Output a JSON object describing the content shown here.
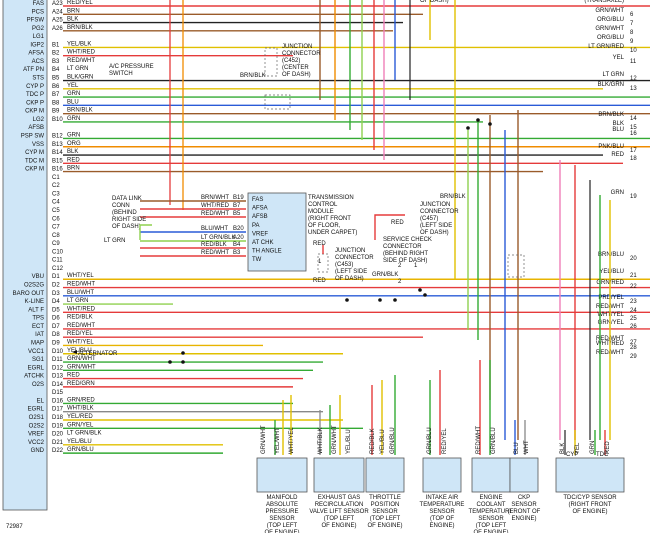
{
  "figure_id": "72987",
  "ecm_pins": [
    {
      "sig": "FAS",
      "pin": "A23",
      "wire": "RED/YEL",
      "color": "#e53b3b",
      "len": 610
    },
    {
      "sig": "PCS",
      "pin": "A24",
      "wire": "BRN",
      "color": "#9a5b2a",
      "len": 360
    },
    {
      "sig": "PFSW",
      "pin": "A25",
      "wire": "BLK",
      "color": "#222222",
      "len": 340
    },
    {
      "sig": "PG2",
      "pin": "A26",
      "wire": "BRN/BLK",
      "color": "#9a5b2a",
      "len": 330
    },
    {
      "sig": "LG1",
      "pin": "",
      "wire": "",
      "color": "#9a5b2a",
      "len": 0
    },
    {
      "sig": "IGP2",
      "pin": "B1",
      "wire": "YEL/BLK",
      "color": "#e0c000",
      "len": 600
    },
    {
      "sig": "AFSA",
      "pin": "B2",
      "wire": "WHT/RED",
      "color": "#e53b3b",
      "len": 230
    },
    {
      "sig": "ACS",
      "pin": "B3",
      "wire": "RED/WHT",
      "color": "#e53b3b",
      "len": 0
    },
    {
      "sig": "ATF PN",
      "pin": "B4",
      "wire": "LT GRN",
      "color": "#8fd14f",
      "len": 0
    },
    {
      "sig": "STS",
      "pin": "B5",
      "wire": "BLK/GRN",
      "color": "#222222",
      "len": 600
    },
    {
      "sig": "CYP P",
      "pin": "B6",
      "wire": "YEL",
      "color": "#e0c000",
      "len": 540
    },
    {
      "sig": "TDC P",
      "pin": "B7",
      "wire": "GRN",
      "color": "#33aa33",
      "len": 600
    },
    {
      "sig": "CKP P",
      "pin": "B8",
      "wire": "BLU",
      "color": "#2a5bd7",
      "len": 600
    },
    {
      "sig": "CKP M",
      "pin": "B9",
      "wire": "BRN/BLK",
      "color": "#9a5b2a",
      "len": 600
    },
    {
      "sig": "LG2",
      "pin": "B10",
      "wire": "GRN",
      "color": "#33aa33",
      "len": 420
    },
    {
      "sig": "AFSB",
      "pin": "",
      "wire": "",
      "color": "#33aa33",
      "len": 0
    },
    {
      "sig": "PSP SW",
      "pin": "B12",
      "wire": "GRN",
      "color": "#33aa33",
      "len": 600
    },
    {
      "sig": "VSS",
      "pin": "B13",
      "wire": "ORG",
      "color": "#f08c00",
      "len": 600
    },
    {
      "sig": "CYP M",
      "pin": "B14",
      "wire": "BLK",
      "color": "#222222",
      "len": 540
    },
    {
      "sig": "TDC M",
      "pin": "B15",
      "wire": "RED",
      "color": "#e53b3b",
      "len": 560
    },
    {
      "sig": "CKP M",
      "pin": "B16",
      "wire": "BRN",
      "color": "#9a5b2a",
      "len": 480
    },
    {
      "sig": "",
      "pin": "C1",
      "wire": "",
      "color": "#000",
      "len": 0
    },
    {
      "sig": "",
      "pin": "C2",
      "wire": "",
      "color": "#000",
      "len": 0
    },
    {
      "sig": "",
      "pin": "C3",
      "wire": "",
      "color": "#000",
      "len": 0
    },
    {
      "sig": "",
      "pin": "C4",
      "wire": "",
      "color": "#000",
      "len": 0
    },
    {
      "sig": "",
      "pin": "C5",
      "wire": "",
      "color": "#000",
      "len": 0
    },
    {
      "sig": "",
      "pin": "C6",
      "wire": "",
      "color": "#000",
      "len": 0
    },
    {
      "sig": "",
      "pin": "C7",
      "wire": "",
      "color": "#000",
      "len": 0
    },
    {
      "sig": "",
      "pin": "C8",
      "wire": "",
      "color": "#000",
      "len": 0
    },
    {
      "sig": "",
      "pin": "C9",
      "wire": "",
      "color": "#000",
      "len": 0
    },
    {
      "sig": "",
      "pin": "C10",
      "wire": "",
      "color": "#000",
      "len": 0
    },
    {
      "sig": "",
      "pin": "C11",
      "wire": "",
      "color": "#000",
      "len": 0
    },
    {
      "sig": "",
      "pin": "C12",
      "wire": "",
      "color": "#000",
      "len": 0
    },
    {
      "sig": "VBU",
      "pin": "D1",
      "wire": "WHT/YEL",
      "color": "#e8b400",
      "len": 600
    },
    {
      "sig": "O2S2G",
      "pin": "D2",
      "wire": "RED/WHT",
      "color": "#e53b3b",
      "len": 600
    },
    {
      "sig": "BARO OUT",
      "pin": "D3",
      "wire": "BLU/WHT",
      "color": "#2a5bd7",
      "len": 600
    },
    {
      "sig": "K-LINE",
      "pin": "D4",
      "wire": "LT GRN",
      "color": "#8fd14f",
      "len": 110
    },
    {
      "sig": "ALT F",
      "pin": "D5",
      "wire": "WHT/RED",
      "color": "#e53b3b",
      "len": 600
    },
    {
      "sig": "TPS",
      "pin": "D6",
      "wire": "RED/BLK",
      "color": "#e53b3b",
      "len": 0
    },
    {
      "sig": "ECT",
      "pin": "D7",
      "wire": "RED/WHT",
      "color": "#e53b3b",
      "len": 600
    },
    {
      "sig": "IAT",
      "pin": "D8",
      "wire": "RED/YEL",
      "color": "#e53b3b",
      "len": 360
    },
    {
      "sig": "MAP",
      "pin": "D9",
      "wire": "WHT/YEL",
      "color": "#e8b400",
      "len": 200
    },
    {
      "sig": "VCC1",
      "pin": "D10",
      "wire": "YEL/BLU",
      "color": "#e0c000",
      "len": 280
    },
    {
      "sig": "SG1",
      "pin": "D11",
      "wire": "GRN/WHT",
      "color": "#33aa33",
      "len": 260
    },
    {
      "sig": "EGRL",
      "pin": "D12",
      "wire": "GRN/WHT",
      "color": "#33aa33",
      "len": 250
    },
    {
      "sig": "ATCHK",
      "pin": "D13",
      "wire": "RED",
      "color": "#e53b3b",
      "len": 240
    },
    {
      "sig": "O2S",
      "pin": "D14",
      "wire": "RED/GRN",
      "color": "#e53b3b",
      "len": 230
    },
    {
      "sig": "",
      "pin": "D15",
      "wire": "",
      "color": "#000",
      "len": 0
    },
    {
      "sig": "EL",
      "pin": "D16",
      "wire": "GRN/RED",
      "color": "#33aa33",
      "len": 230
    },
    {
      "sig": "EGRL",
      "pin": "D17",
      "wire": "WHT/BLK",
      "color": "#888888",
      "len": 260
    },
    {
      "sig": "O2S1",
      "pin": "D18",
      "wire": "YEL/RED",
      "color": "#e0c000",
      "len": 280
    },
    {
      "sig": "O2S2",
      "pin": "D19",
      "wire": "GRN/YEL",
      "color": "#33aa33",
      "len": 300
    },
    {
      "sig": "VREF",
      "pin": "D20",
      "wire": "LT GRN/BLK",
      "color": "#8fd14f",
      "len": 0
    },
    {
      "sig": "VCC2",
      "pin": "D21",
      "wire": "YEL/BLU",
      "color": "#e0c000",
      "len": 160
    },
    {
      "sig": "GND",
      "pin": "D22",
      "wire": "GRN/BLU",
      "color": "#33aa33",
      "len": 160
    }
  ],
  "right_edge": [
    {
      "wire": "(TRANSAXLE)",
      "num": ""
    },
    {
      "wire": "GRN/WHT",
      "num": "6"
    },
    {
      "wire": "ORG/BLU",
      "num": "7"
    },
    {
      "wire": "GRN/WHT",
      "num": "8"
    },
    {
      "wire": "ORG/BLU",
      "num": "9"
    },
    {
      "wire": "LT GRN/RED",
      "num": "10"
    },
    {
      "wire": "YEL",
      "num": "11"
    },
    {
      "wire": "LT GRN",
      "num": "12"
    },
    {
      "wire": "BLK/GRN",
      "num": "13"
    },
    {
      "wire": "BRN/BLK",
      "num": "14"
    },
    {
      "wire": "BLK",
      "num": "15"
    },
    {
      "wire": "BLU",
      "num": "16"
    },
    {
      "wire": "PNK/BLU",
      "num": "17"
    },
    {
      "wire": "RED",
      "num": "18"
    },
    {
      "wire": "GRN",
      "num": "19"
    },
    {
      "wire": "BRN/BLU",
      "num": "20"
    },
    {
      "wire": "YEL/BLU",
      "num": "21"
    },
    {
      "wire": "GRN/RED",
      "num": "22"
    },
    {
      "wire": "PRD/YEL",
      "num": "23"
    },
    {
      "wire": "RED/WHT",
      "num": "24"
    },
    {
      "wire": "WHT/YEL",
      "num": "25"
    },
    {
      "wire": "GRN/YEL",
      "num": "26"
    },
    {
      "wire": "RED/WHT",
      "num": "27"
    },
    {
      "wire": "WHT/RED",
      "num": "28"
    },
    {
      "wire": "RED/WHT",
      "num": "29"
    }
  ],
  "labels": {
    "of_dash": "OF DASH)",
    "jc_c452": [
      "JUNCTION",
      "CONNECTOR",
      "(C452)",
      "(CENTER",
      "OF DASH)"
    ],
    "jc_c452_wire": "BRN/BLK",
    "ac_pressure": [
      "A/C PRESSURE",
      "SWITCH"
    ],
    "tcm": [
      "TRANSMISSION",
      "CONTROL",
      "MODULE",
      "(RIGHT FRONT",
      "OF FLOOR,",
      "UNDER CARPET)"
    ],
    "tcm_pins": [
      "FAS",
      "AFSA",
      "AFSB",
      "PA",
      "VREF",
      "AT CHK",
      "TH ANGLE",
      "TW"
    ],
    "tcm_wires": [
      {
        "wire": "BRN/WHT",
        "pin": "B19"
      },
      {
        "wire": "WHT/RED",
        "pin": "B7"
      },
      {
        "wire": "RED/WHT",
        "pin": "B5"
      },
      {
        "wire": "BLU/WHT",
        "pin": "B20"
      },
      {
        "wire": "LT GRN/BLK",
        "pin": "A20"
      },
      {
        "wire": "RED/BLK",
        "pin": "B4"
      },
      {
        "wire": "RED/WHT",
        "pin": "B3"
      }
    ],
    "dlc": [
      "DATA LINK",
      "CONN",
      "(BEHIND",
      "RIGHT SIDE",
      "OF DASH)"
    ],
    "dlc_wire": "LT GRN",
    "jc_c453": [
      "JUNCTION",
      "CONNECTOR",
      "(C453)",
      "(LEFT SIDE",
      "OF DASH)"
    ],
    "red": "RED",
    "svc": [
      "SERVICE CHECK",
      "CONNECTOR",
      "(BEHIND RIGHT",
      "SIDE OF DASH)"
    ],
    "grn_blk": "GRN/BLK",
    "jc_c457": [
      "JUNCTION",
      "CONNECTOR",
      "(C457)",
      "(LEFT SIDE",
      "OF DASH)"
    ],
    "brn_blk": "BRN/BLK",
    "alternator": "ALTERNATOR",
    "pin_nums": [
      "1",
      "2",
      "1",
      "2"
    ]
  },
  "sensors": [
    {
      "name": [
        "MANIFOLD",
        "ABSOLUTE",
        "PRESSURE",
        "SENSOR",
        "(TOP LEFT",
        "OF ENGINE)"
      ],
      "wires": [
        "GRN/WHT",
        "YEL/WHT",
        "WHT/YEL"
      ]
    },
    {
      "name": [
        "EXHAUST GAS",
        "RECIRCULATION",
        "VALVE LIFT SENSOR",
        "(TOP LEFT",
        "OF ENGINE)"
      ],
      "wires": [
        "WHT/BLK",
        "GRN/WHT",
        "YEL/BLU"
      ]
    },
    {
      "name": [
        "THROTTLE",
        "POSITION",
        "SENSOR",
        "(TOP LEFT",
        "OF ENGINE)"
      ],
      "wires": [
        "RED/BLK",
        "YEL/BLU",
        "GRN/BLU"
      ]
    },
    {
      "name": [
        "INTAKE AIR",
        "TEMPERATURE",
        "SENSOR",
        "(TOP OF",
        "ENGINE)"
      ],
      "wires": [
        "GRN/BLU",
        "RED/YEL"
      ]
    },
    {
      "name": [
        "ENGINE",
        "COOLANT",
        "TEMPERATURE",
        "SENSOR",
        "(TOP LEFT",
        "OF ENGINE)"
      ],
      "wires": [
        "RED/WHT",
        "GRN/BLU"
      ]
    },
    {
      "name": [
        "CKP",
        "SENSOR",
        "(FRONT OF",
        "ENGINE)"
      ],
      "wires": [
        "BLU",
        "WHT"
      ]
    },
    {
      "name": [
        "TDC/CYP SENSOR",
        "(RIGHT FRONT",
        "OF ENGINE)"
      ],
      "wires": [
        "BLK",
        "YEL",
        "GRN",
        "RED"
      ]
    }
  ],
  "sensor_tags": {
    "cyp": "CYP",
    "tdc": "TDC"
  },
  "colors": {
    "red": "#e53b3b",
    "green": "#33aa33",
    "ltgreen": "#8fd14f",
    "blue": "#2a5bd7",
    "yellow": "#e0c000",
    "orange": "#f08c00",
    "brown": "#9a5b2a",
    "pink": "#f07fb8",
    "black": "#222222",
    "box": "#cfe6f7"
  }
}
